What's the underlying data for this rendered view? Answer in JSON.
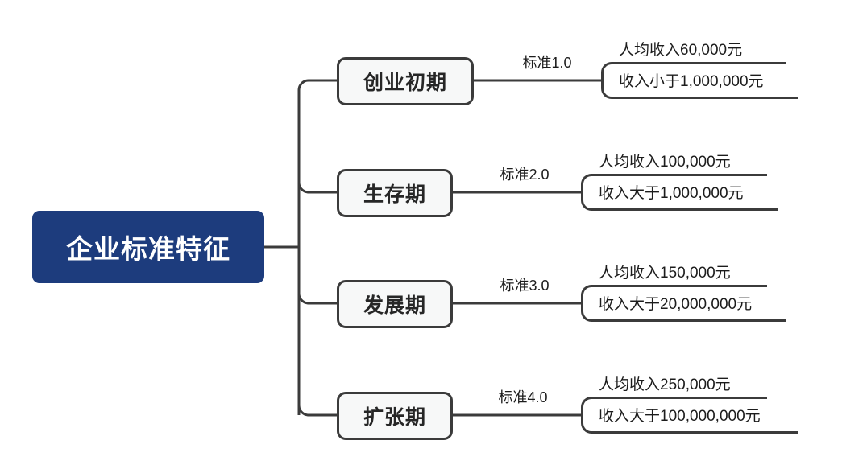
{
  "diagram": {
    "type": "mindmap",
    "title": "企业标准特征",
    "root": {
      "label": "企业标准特征",
      "fill_color": "#1d3c7d",
      "text_color": "#ffffff"
    },
    "node_style": {
      "fill_color": "#f7f8f8",
      "border_color": "#3b3b3b",
      "text_color": "#262626"
    },
    "branches": [
      {
        "stage_label": "创业初期",
        "edge_label": "标准1.0",
        "detail_upper": "人均收入60,000元",
        "detail_lower": "收入小于1,000,000元"
      },
      {
        "stage_label": "生存期",
        "edge_label": "标准2.0",
        "detail_upper": "人均收入100,000元",
        "detail_lower": "收入大于1,000,000元"
      },
      {
        "stage_label": "发展期",
        "edge_label": "标准3.0",
        "detail_upper": "人均收入150,000元",
        "detail_lower": "收入大于20,000,000元"
      },
      {
        "stage_label": "扩张期",
        "edge_label": "标准4.0",
        "detail_upper": "人均收入250,000元",
        "detail_lower": "收入大于100,000,000元"
      }
    ]
  }
}
